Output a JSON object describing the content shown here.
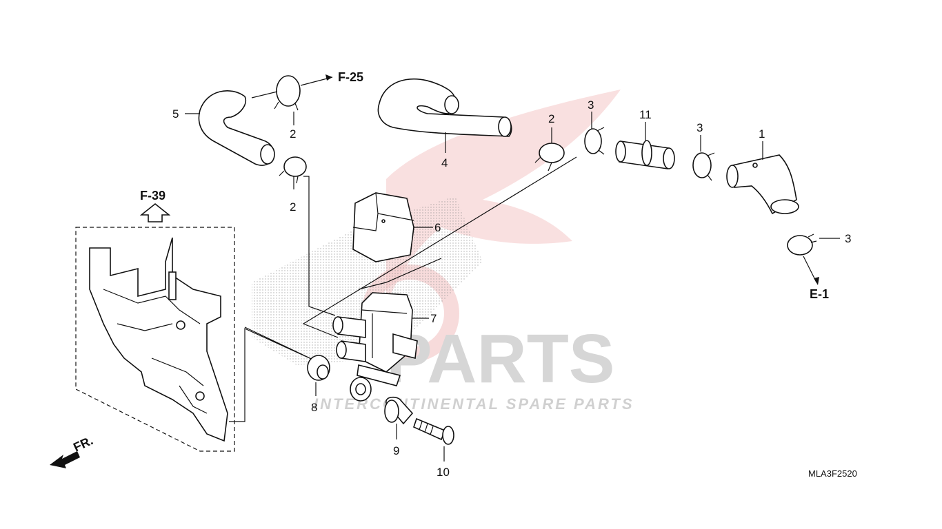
{
  "diagram": {
    "callouts": {
      "p1": "1",
      "p2a": "2",
      "p2b": "2",
      "p2c": "2",
      "p3a": "3",
      "p3b": "3",
      "p3c": "3",
      "p4": "4",
      "p5": "5",
      "p6": "6",
      "p7": "7",
      "p8": "8",
      "p9": "9",
      "p10": "10",
      "p11": "11"
    },
    "refs": {
      "f25": "F-25",
      "f39": "F-39",
      "e1": "E-1",
      "fr": "FR."
    },
    "diagram_code": "MLA3F2520",
    "watermark": {
      "brand": "PARTS",
      "tagline": "INTERCONTINENTAL SPARE PARTS"
    },
    "colors": {
      "watermark_accent": "#f3c6c6",
      "watermark_text": "#d6d6d6",
      "line": "#111111"
    }
  }
}
